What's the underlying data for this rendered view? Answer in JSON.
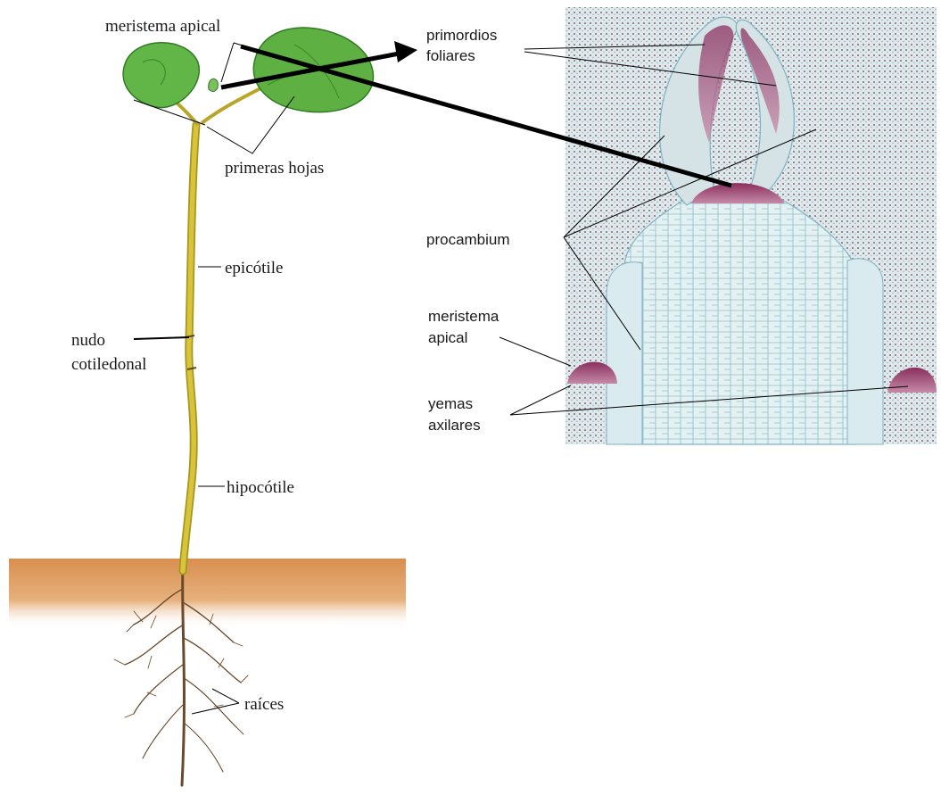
{
  "plant_labels": {
    "apical_meristem": "meristema apical",
    "first_leaves": "primeras hojas",
    "epicotyl": "epicótile",
    "node_line1": "nudo",
    "node_line2": "cotiledonal",
    "hypocotyl": "hipocótile",
    "roots": "raíces"
  },
  "section_labels": {
    "leaf_primordia_line1": "primordios",
    "leaf_primordia_line2": "foliares",
    "procambium": "procambium",
    "apical_meristem_line1": "meristema",
    "apical_meristem_line2": "apical",
    "axillary_buds_line1": "yemas",
    "axillary_buds_line2": "axilares"
  },
  "colors": {
    "leaf": "#5fb043",
    "leaf_dark": "#2f7a22",
    "stem": "#c9b327",
    "soil": "#dc9a5e",
    "root": "#6b4a2b",
    "tissue": "#dcecef",
    "tissue_line": "#7fb3c0",
    "meristem": "#a0456f",
    "arrow": "#000000"
  }
}
